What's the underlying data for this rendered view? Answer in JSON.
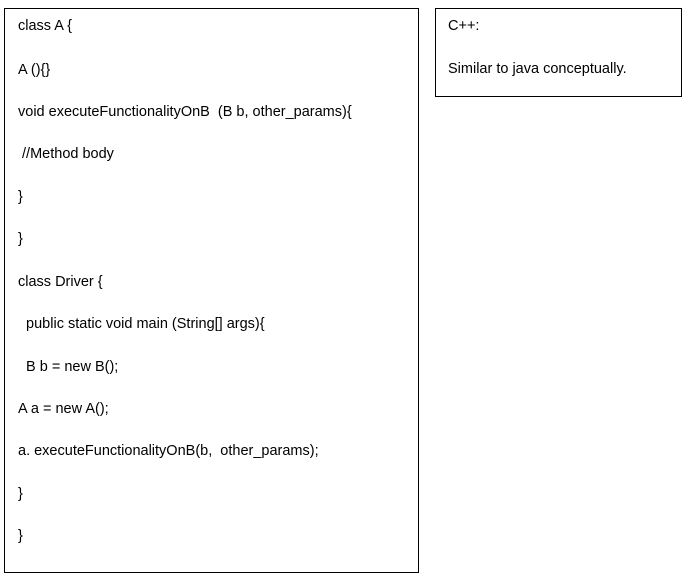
{
  "code_box": {
    "lines": [
      "class A {",
      "A (){}",
      "void executeFunctionalityOnB  (B b, other_params){",
      " //Method body",
      "}",
      "}",
      "class Driver {",
      "  public static void main (String[] args){",
      "  B b = new B();",
      "A a = new A();",
      "a. executeFunctionalityOnB(b,  other_params);",
      "}",
      "}"
    ]
  },
  "note_box": {
    "title": "C++:",
    "text": "Similar to java conceptually."
  }
}
